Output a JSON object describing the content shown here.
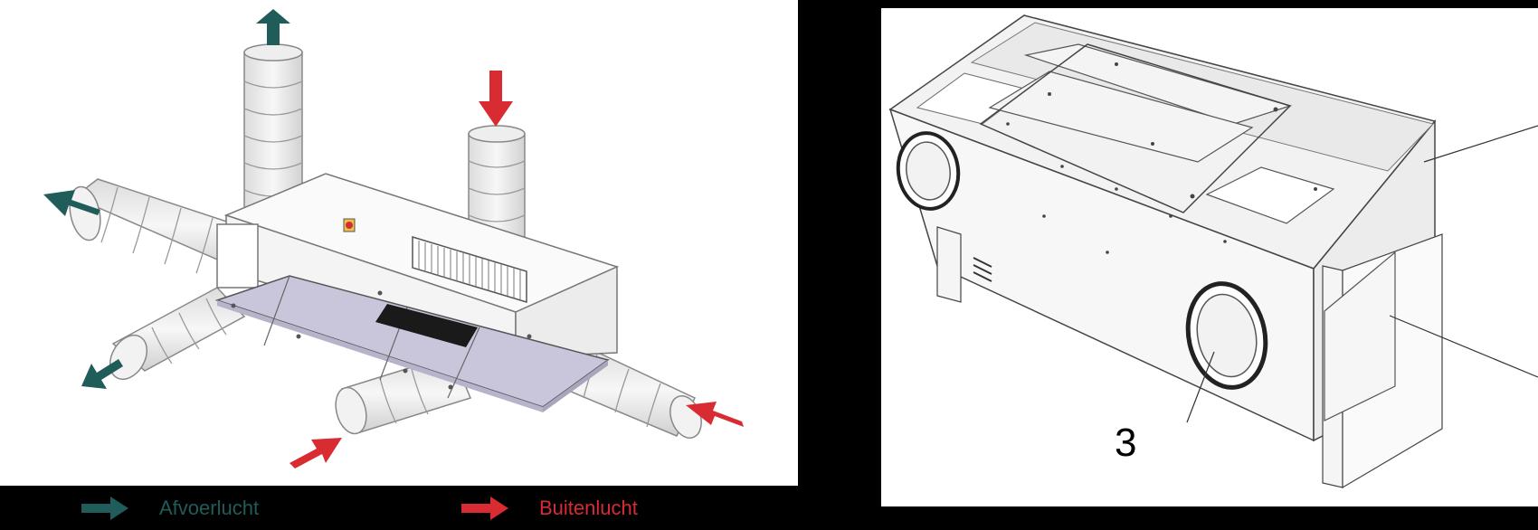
{
  "colors": {
    "exhaust": "#1f5c5a",
    "outside": "#d92b32",
    "background": "#000000",
    "panel": "#ffffff",
    "unit_underside": "#c9c6dc"
  },
  "legend": {
    "exhaust": {
      "icon": "arrow-right-icon",
      "label": "Afvoerlucht"
    },
    "outside": {
      "icon": "arrow-right-icon",
      "label": "Buitenlucht"
    }
  },
  "product_view": {
    "callout_number": "3"
  }
}
